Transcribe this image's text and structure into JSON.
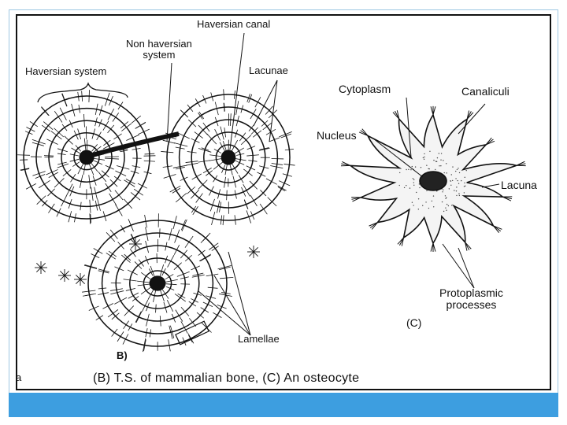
{
  "labels": {
    "haversian_canal": "Haversian canal",
    "non_haversian_line1": "Non haversian",
    "non_haversian_line2": "system",
    "haversian_system": "Haversian system",
    "lacunae": "Lacunae",
    "lamellae": "Lamellae",
    "fig_b": "B)",
    "cytoplasm": "Cytoplasm",
    "canaliculi": "Canaliculi",
    "nucleus": "Nucleus",
    "lacuna": "Lacuna",
    "protoplasmic_line1": "Protoplasmic",
    "protoplasmic_line2": "processes",
    "fig_c": "(C)",
    "edge_letter": "a"
  },
  "caption": "(B) T.S. of mammalian bone, (C) An osteocyte",
  "colors": {
    "bar": "#3d9ee0",
    "frame_border": "#9ec9e3",
    "ink": "#111111"
  }
}
